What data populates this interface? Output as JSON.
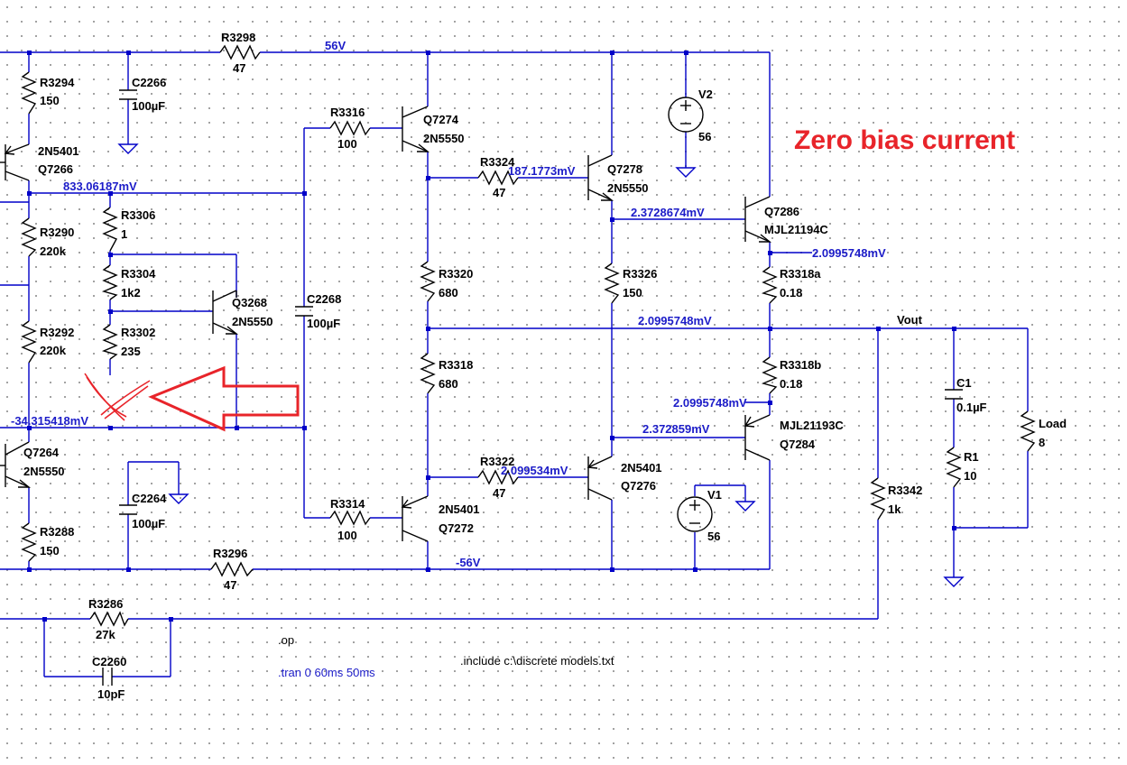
{
  "annotation": {
    "title": "Zero bias current"
  },
  "nets": {
    "vpos": "56V",
    "vneg": "-56V",
    "vout": "Vout"
  },
  "probes": {
    "p833": "833.06187mV",
    "p187": "187.1773mV",
    "p2372a": "2.3728674mV",
    "p2099a": "2.0995748mV",
    "p2099b": "2.0995748mV",
    "p2099c": "2.0995748mV",
    "p2372b": "2.372859mV",
    "p2099d": "2.099534mV",
    "pneg34": "-34.315418mV"
  },
  "components": {
    "R3298": {
      "name": "R3298",
      "value": "47"
    },
    "R3294": {
      "name": "R3294",
      "value": "150"
    },
    "C2266": {
      "name": "C2266",
      "value": "100µF"
    },
    "Q7266": {
      "name": "Q7266",
      "model": "2N5401"
    },
    "R3290": {
      "name": "R3290",
      "value": "220k"
    },
    "R3292": {
      "name": "R3292",
      "value": "220k"
    },
    "R3306": {
      "name": "R3306",
      "value": "1"
    },
    "R3304": {
      "name": "R3304",
      "value": "1k2"
    },
    "R3302": {
      "name": "R3302",
      "value": "235"
    },
    "Q3268": {
      "name": "Q3268",
      "model": "2N5550"
    },
    "R3316": {
      "name": "R3316",
      "value": "100"
    },
    "Q7274": {
      "name": "Q7274",
      "model": "2N5550"
    },
    "C2268": {
      "name": "C2268",
      "value": "100µF"
    },
    "R3324": {
      "name": "R3324",
      "value": "47"
    },
    "Q7278": {
      "name": "Q7278",
      "model": "2N5550"
    },
    "V2": {
      "name": "V2",
      "value": "56"
    },
    "Q7286": {
      "name": "Q7286",
      "model": "MJL21194C"
    },
    "R3320": {
      "name": "R3320",
      "value": "680"
    },
    "R3326": {
      "name": "R3326",
      "value": "150"
    },
    "R3318a": {
      "name": "R3318a",
      "value": "0.18"
    },
    "R3318": {
      "name": "R3318",
      "value": "680"
    },
    "R3318b": {
      "name": "R3318b",
      "value": "0.18"
    },
    "Q7284": {
      "name": "Q7284",
      "model": "MJL21193C"
    },
    "C1": {
      "name": "C1",
      "value": "0.1µF"
    },
    "R1": {
      "name": "R1",
      "value": "10"
    },
    "Load": {
      "name": "Load",
      "value": "8"
    },
    "R3342": {
      "name": "R3342",
      "value": "1k"
    },
    "Q7264": {
      "name": "Q7264",
      "model": "2N5550"
    },
    "C2264": {
      "name": "C2264",
      "value": "100µF"
    },
    "R3288": {
      "name": "R3288",
      "value": "150"
    },
    "R3322": {
      "name": "R3322",
      "value": "47"
    },
    "Q7276": {
      "name": "Q7276",
      "model": "2N5401"
    },
    "V1": {
      "name": "V1",
      "value": "56"
    },
    "R3314": {
      "name": "R3314",
      "value": "100"
    },
    "Q7272": {
      "name": "Q7272",
      "model": "2N5401"
    },
    "R3296": {
      "name": "R3296",
      "value": "47"
    },
    "R3286": {
      "name": "R3286",
      "value": "27k"
    },
    "C2260": {
      "name": "C2260",
      "value": "10pF"
    }
  },
  "directives": {
    "op": ".op",
    "tran": ".tran 0 60ms 50ms",
    "include": ".include c:\\discrete models.txt"
  }
}
